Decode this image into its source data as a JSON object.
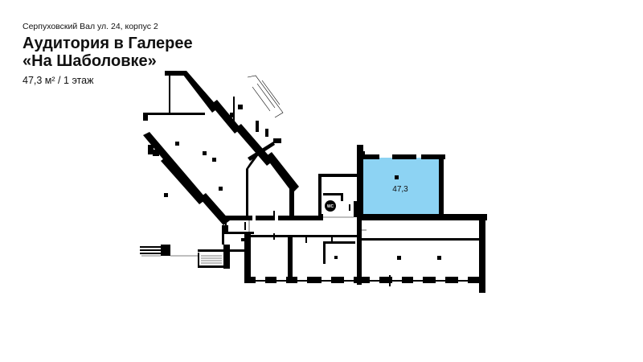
{
  "header": {
    "address": "Серпуховский Вал ул. 24, корпус 2",
    "title_line1": "Аудитория в Галерее",
    "title_line2": "«На Шаболовке»",
    "area": "47,3 м²",
    "separator": "/",
    "floor": "1 этаж"
  },
  "plan": {
    "highlight_room_label": "47,3",
    "highlight_color": "#8dd3f3",
    "wall_color": "#000000",
    "wc_icon_label": "WC"
  }
}
